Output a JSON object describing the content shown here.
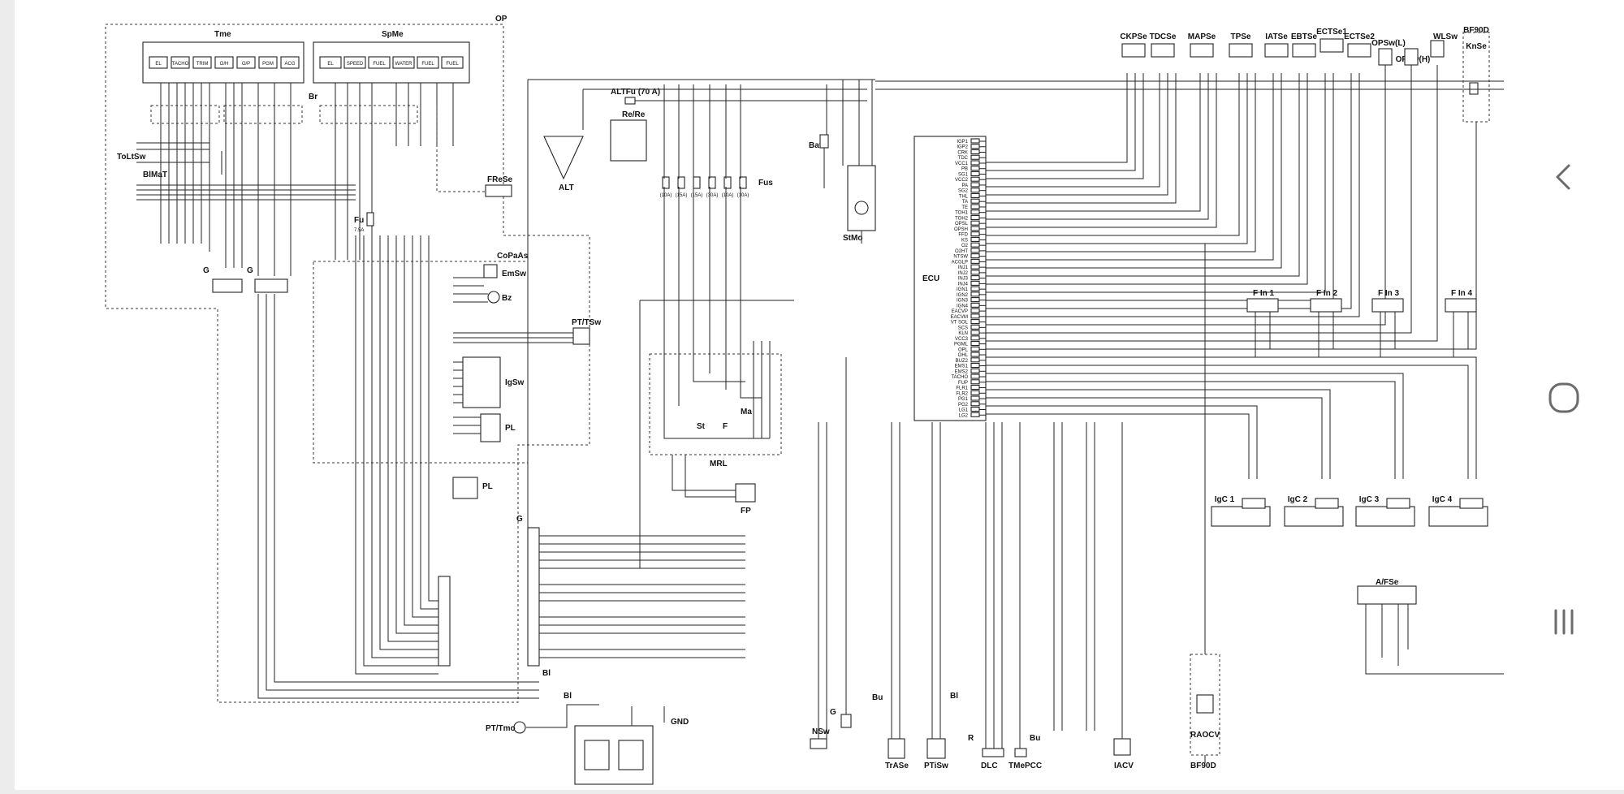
{
  "diagram": {
    "top_labels": [
      {
        "id": "ckpse",
        "text": "CKPSe"
      },
      {
        "id": "tdcse",
        "text": "TDCSe"
      },
      {
        "id": "mapse",
        "text": "MAPSe"
      },
      {
        "id": "tpse",
        "text": "TPSe"
      },
      {
        "id": "iatse",
        "text": "IATSe"
      },
      {
        "id": "ebtse",
        "text": "EBTSe"
      },
      {
        "id": "ectse1",
        "text": "ECTSe1"
      },
      {
        "id": "ectse2",
        "text": "ECTSe2"
      },
      {
        "id": "opswl",
        "text": "OPSw(L)"
      },
      {
        "id": "opswh",
        "text": "OPSw(H)"
      },
      {
        "id": "wlsw",
        "text": "WLSw"
      },
      {
        "id": "bf90d_top",
        "text": "BF90D"
      },
      {
        "id": "knse",
        "text": "KnSe"
      }
    ],
    "left_labels": {
      "op": "OP",
      "tme": "Tme",
      "spme": "SpMe",
      "br": "Br",
      "toltsw": "ToLtSw",
      "blmat": "BlMaT",
      "g1": "G",
      "g2": "G",
      "fu": "Fu",
      "fu_rating": "7.5A",
      "frese": "FReSe",
      "copaas": "CoPaAs",
      "emsw": "EmSw",
      "bz": "Bz",
      "pttsw": "PT/TSw",
      "igsw": "IgSw",
      "pl1": "PL",
      "pl2": "PL",
      "g3": "G",
      "bl": "Bl",
      "bl2": "Bl",
      "pttmo": "PT/Tmo",
      "gnd": "GND"
    },
    "tme_cells": [
      "EL",
      "TACHO",
      "TRIM",
      "O/H",
      "O/P",
      "PGM",
      "ACG"
    ],
    "spme_cells": [
      "EL",
      "SPEED",
      "FUEL",
      "WATER",
      "FUEL",
      "FUEL"
    ],
    "center_labels": {
      "altfu": "ALTFu (70 A)",
      "rere": "Re/Re",
      "alt": "ALT",
      "bat": "Bat",
      "stmo": "StMo",
      "fus": "Fus",
      "mrl": "MRL",
      "st": "St",
      "f": "F",
      "ma": "Ma",
      "fp": "FP"
    },
    "fuses": [
      "(10A)",
      "(15A)",
      "(15A)",
      "(30A)",
      "(10A)",
      "(10A)"
    ],
    "ecu": {
      "label": "ECU",
      "pins": [
        "IGP1",
        "IGP2",
        "CRK",
        "TDC",
        "VCC1",
        "PB",
        "SG1",
        "VCC2",
        "PA",
        "SG2",
        "THL",
        "TA",
        "TE",
        "TOH1",
        "TOH2",
        "OPSL",
        "OPSH",
        "FFD",
        "KS",
        "O2",
        "O2HT",
        "NTSW",
        "ACGLP",
        "INJ1",
        "INJ2",
        "INJ3",
        "INJ4",
        "IGN1",
        "IGN2",
        "IGN3",
        "IGN4",
        "EACVP",
        "EACVM",
        "VT SOL",
        "SCS",
        "KLN",
        "VCC3",
        "PGML",
        "OPL",
        "OHL",
        "BUZ2",
        "EMS1",
        "EMS2",
        "TACHO",
        "FUP",
        "FLR1",
        "FLR2",
        "PG1",
        "PG2",
        "LG1",
        "LG2"
      ]
    },
    "right_labels": {
      "fin1": "F In 1",
      "fin2": "F In 2",
      "fin3": "F In 3",
      "fin4": "F In 4",
      "igc1": "IgC 1",
      "igc2": "IgC 2",
      "igc3": "IgC 3",
      "igc4": "IgC 4",
      "afse": "A/FSe",
      "bf90d_bottom": "BF90D",
      "raocv": "RAOCV"
    },
    "bottom_labels": {
      "nsw": "NSw",
      "trase": "TrASe",
      "ptisw": "PTiSw",
      "dlc": "DLC",
      "tmepcc": "TMePCC",
      "iacv": "IACV",
      "g": "G",
      "bu1": "Bu",
      "bu2": "Bu",
      "bl": "Bl",
      "r": "R"
    }
  },
  "navigation": {
    "back_icon": "chevron-left-icon",
    "home_icon": "home-circle-icon",
    "recents_icon": "recents-bars-icon"
  }
}
